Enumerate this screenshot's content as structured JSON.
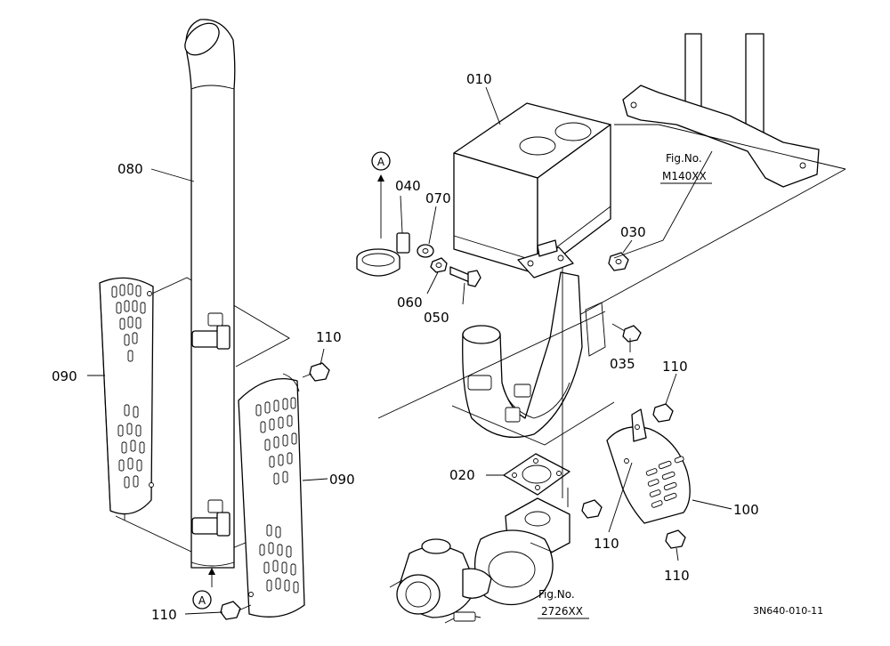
{
  "parts": {
    "p010": "010",
    "p020": "020",
    "p030": "030",
    "p035": "035",
    "p040": "040",
    "p050": "050",
    "p060": "060",
    "p070": "070",
    "p080": "080",
    "p090_left": "090",
    "p090_right": "090",
    "p100": "100",
    "p110_a": "110",
    "p110_b": "110",
    "p110_c": "110",
    "p110_d": "110",
    "p110_e": "110"
  },
  "markers": {
    "a_top": "A",
    "a_bottom": "A"
  },
  "references": {
    "ref1_label": "Fig.No.",
    "ref1_code": "M140XX",
    "ref2_label": "Fig.No.",
    "ref2_code": "2726XX"
  },
  "drawing_code": "3N640-010-11"
}
